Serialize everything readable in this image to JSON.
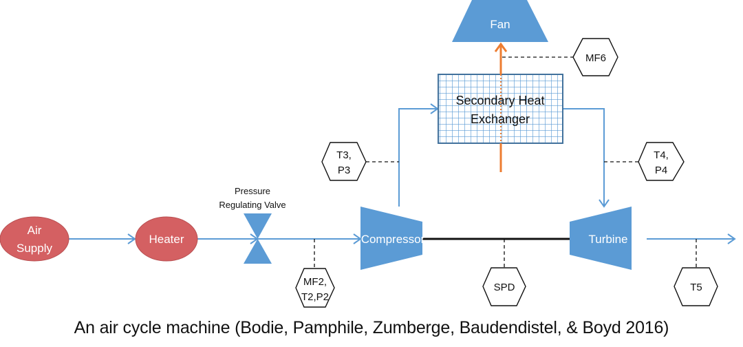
{
  "diagram": {
    "components": {
      "air_supply": {
        "line1": "Air",
        "line2": "Supply"
      },
      "heater": {
        "label": "Heater"
      },
      "valve": {
        "line1": "Pressure",
        "line2": "Regulating Valve"
      },
      "compressor": {
        "label": "Compressor"
      },
      "turbine": {
        "label": "Turbine"
      },
      "fan": {
        "label": "Fan"
      },
      "heat_exchanger": {
        "line1": "Secondary Heat",
        "line2": "Exchanger"
      }
    },
    "sensors": {
      "mf2": {
        "line1": "MF2,",
        "line2": "T2,P2"
      },
      "t3p3": {
        "line1": "T3,",
        "line2": "P3"
      },
      "t4p4": {
        "line1": "T4,",
        "line2": "P4"
      },
      "mf6": {
        "label": "MF6"
      },
      "spd": {
        "label": "SPD"
      },
      "t5": {
        "label": "T5"
      }
    },
    "colors": {
      "source_fill": "#d46062",
      "component_fill": "#5b9bd5",
      "flow_line": "#5b9bd5",
      "fan_air": "#ed7d31",
      "shaft": "#111111"
    }
  },
  "caption": "An air cycle machine (Bodie, Pamphile, Zumberge, Baudendistel, & Boyd 2016)"
}
